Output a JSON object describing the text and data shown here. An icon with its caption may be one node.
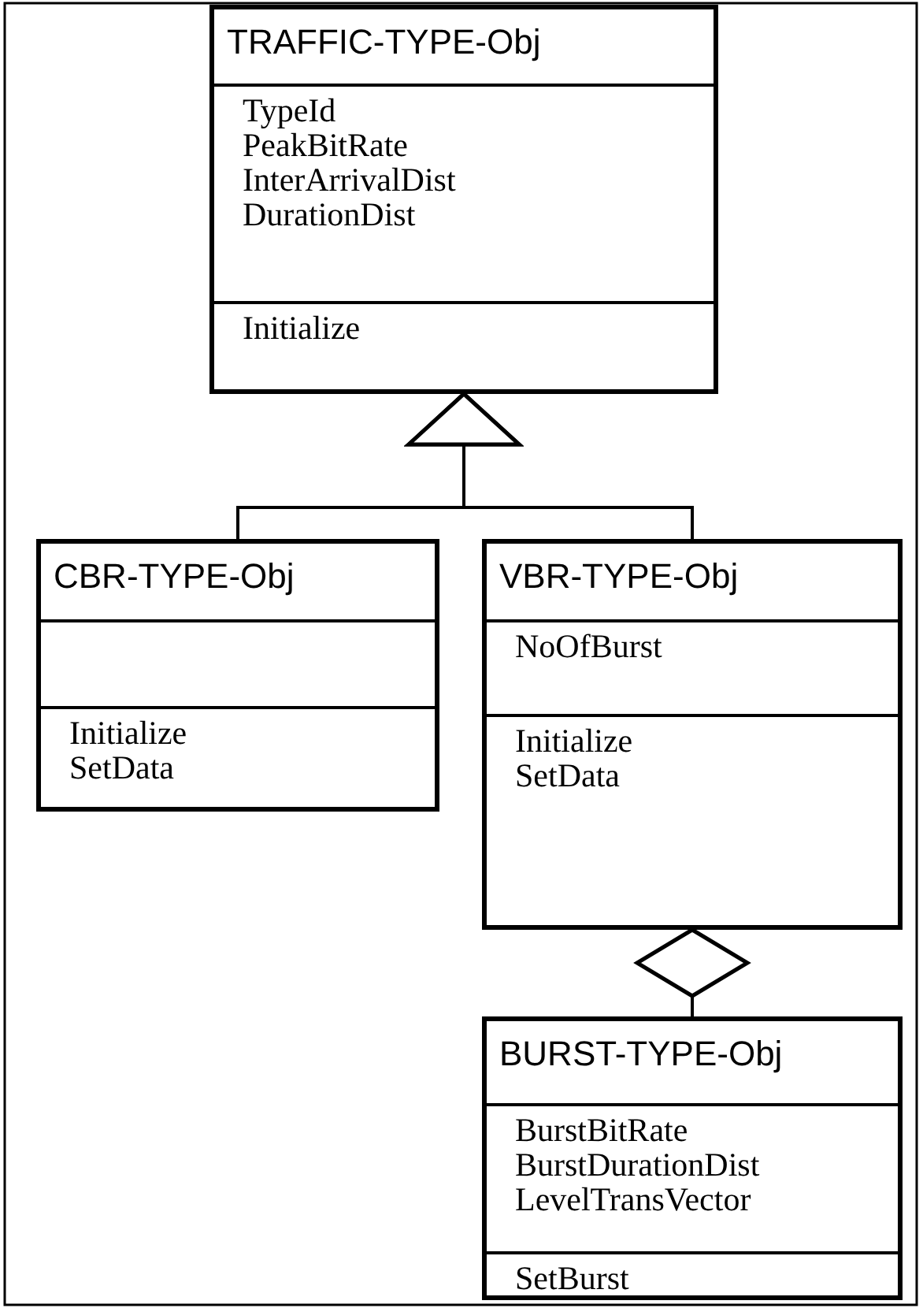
{
  "diagram": {
    "nodes": [
      {
        "text": [
          "TRAFFIC-TYPE-Obj",
          "TypeId",
          "PeakBitRate",
          "InterArrivalDist",
          "DurationDist",
          "Initialize"
        ]
      },
      {
        "text": [
          "CBR-TYPE-Obj",
          "Initialize",
          "SetData"
        ]
      },
      {
        "text": [
          "VBR-TYPE-Obj",
          "NoOfBurst",
          "Initialize",
          "SetData"
        ]
      },
      {
        "text": [
          "BURST-TYPE-Obj",
          "BurstBitRate",
          "BurstDurationDist",
          "LevelTransVector",
          "SetBurst"
        ]
      }
    ],
    "edges": [
      {
        "from": 1,
        "to": 0,
        "arrow": "to"
      },
      {
        "from": 2,
        "to": 0,
        "arrow": "to"
      },
      {
        "from": 2,
        "to": 3,
        "arrow": "other"
      }
    ]
  }
}
